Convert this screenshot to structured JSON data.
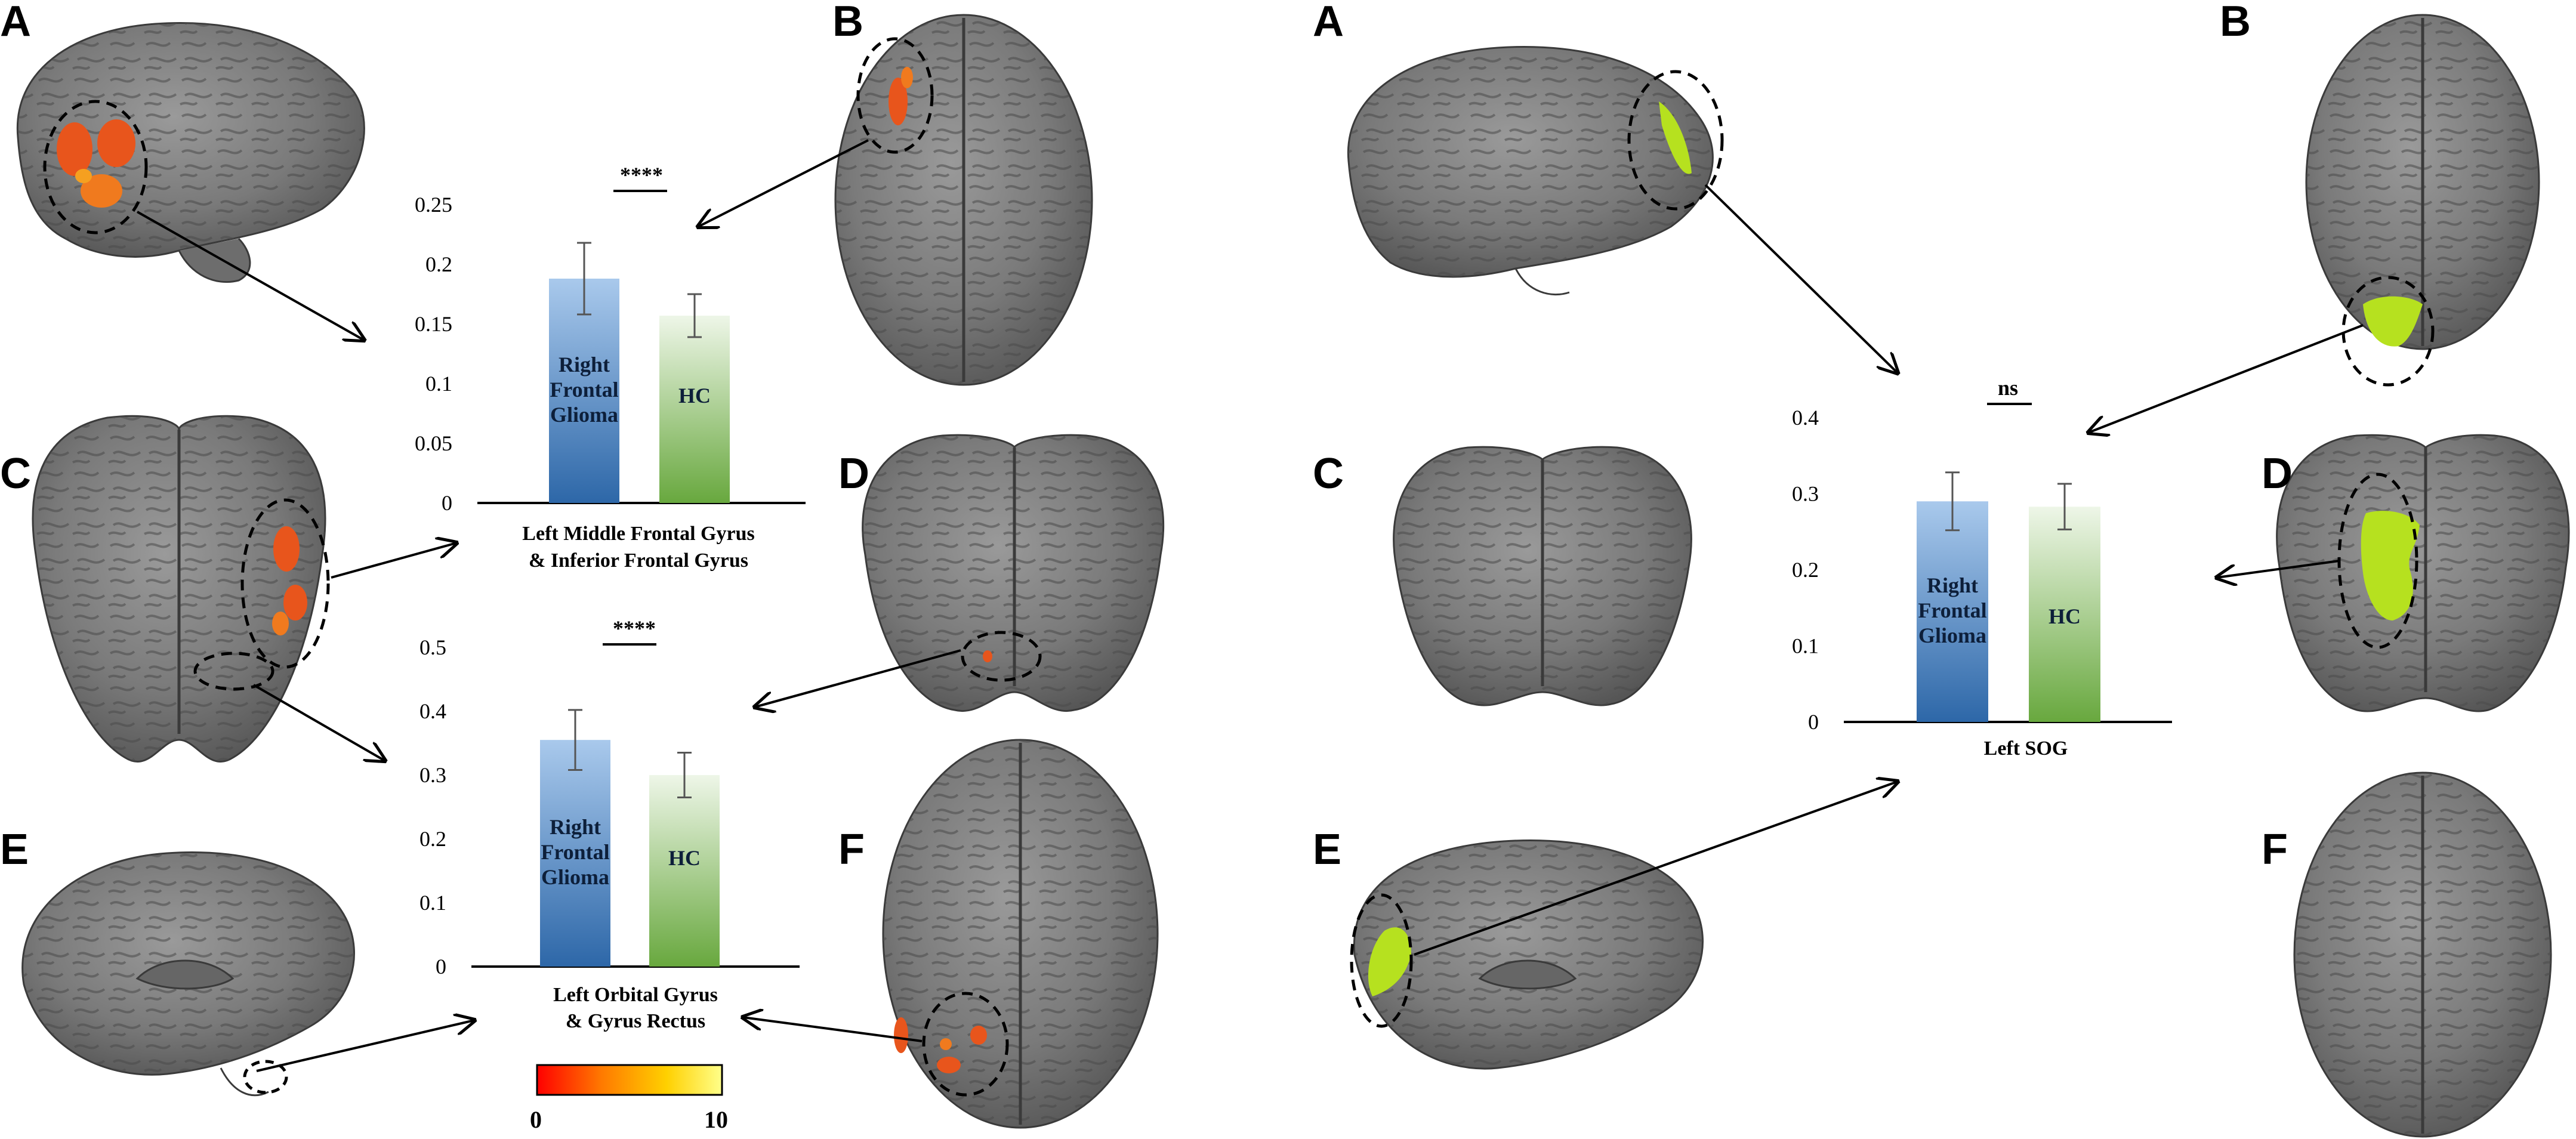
{
  "panels": {
    "left": {
      "letters": [
        "A",
        "B",
        "C",
        "D",
        "E",
        "F"
      ]
    },
    "right": {
      "letters": [
        "A",
        "B",
        "C",
        "D",
        "E",
        "F"
      ]
    }
  },
  "colors": {
    "brain": "#7b7b7b",
    "brain_dark": "#4f4f4f",
    "activation": "#e8551c",
    "activation_hot": "#f5a020",
    "lime": "#b6e11f",
    "bar_glioma_top": "#a9c9ec",
    "bar_glioma_bottom": "#2d67a8",
    "bar_hc_top": "#eef6e8",
    "bar_hc_bottom": "#68a83e"
  },
  "colorbar": {
    "min_label": "0",
    "max_label": "10",
    "gradient": [
      "#ff0000",
      "#ff7a00",
      "#ffd000",
      "#ffff8a"
    ]
  },
  "chart_data": [
    {
      "type": "bar",
      "title": "Left Middle Frontal Gyrus",
      "title_line2": "& Inferior Frontal Gyrus",
      "categories": [
        "Right Frontal Glioma",
        "HC"
      ],
      "values": [
        0.188,
        0.157
      ],
      "errors": [
        0.03,
        0.018
      ],
      "ylim": [
        0,
        0.25
      ],
      "yticks": [
        "0",
        "0.05",
        "0.1",
        "0.15",
        "0.2",
        "0.25"
      ],
      "significance": "****"
    },
    {
      "type": "bar",
      "title": "Left Orbital Gyrus",
      "title_line2": "& Gyrus Rectus",
      "categories": [
        "Right Frontal Glioma",
        "HC"
      ],
      "values": [
        0.355,
        0.3
      ],
      "errors": [
        0.047,
        0.035
      ],
      "ylim": [
        0,
        0.5
      ],
      "yticks": [
        "0",
        "0.1",
        "0.2",
        "0.3",
        "0.4",
        "0.5"
      ],
      "significance": "****"
    },
    {
      "type": "bar",
      "title": "Left SOG",
      "title_line2": "",
      "categories": [
        "Right Frontal Glioma",
        "HC"
      ],
      "values": [
        0.29,
        0.283
      ],
      "errors": [
        0.038,
        0.03
      ],
      "ylim": [
        0,
        0.4
      ],
      "yticks": [
        "0",
        "0.1",
        "0.2",
        "0.3",
        "0.4"
      ],
      "significance": "ns"
    }
  ],
  "bar_labels": {
    "glioma_lines": [
      "Right",
      "Frontal",
      "Glioma"
    ],
    "hc": "HC"
  }
}
